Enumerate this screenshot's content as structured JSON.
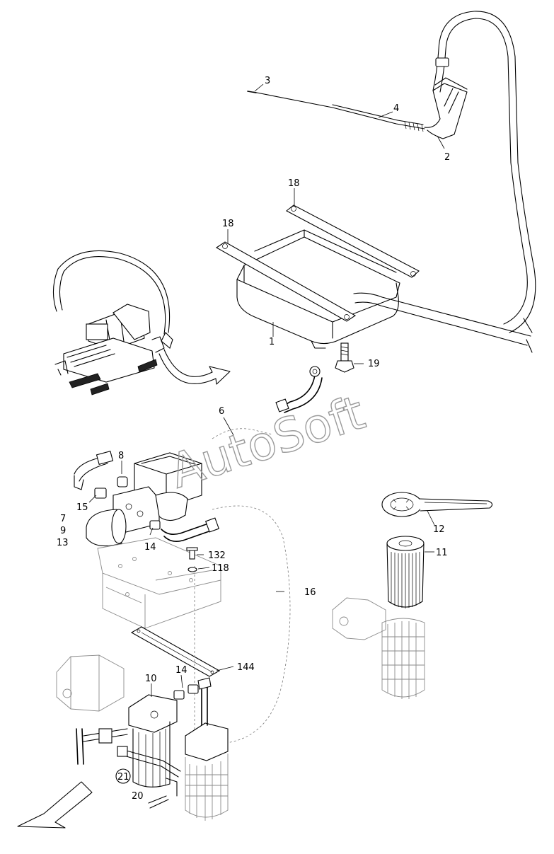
{
  "watermark": "AutoSoft",
  "callouts": {
    "c1": "1",
    "c2": "2",
    "c3": "3",
    "c4": "4",
    "c6": "6",
    "c7": "7",
    "c8": "8",
    "c9": "9",
    "c10": "10",
    "c11": "11",
    "c12": "12",
    "c13": "13",
    "c14a": "14",
    "c14b": "14",
    "c15": "15",
    "c16": "16",
    "c18a": "18",
    "c18b": "18",
    "c19": "19",
    "c20": "20",
    "c21": "21",
    "c118": "118",
    "c132": "132",
    "c144": "144"
  }
}
